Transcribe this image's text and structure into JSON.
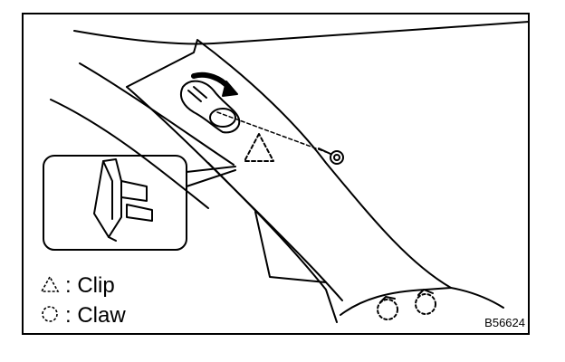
{
  "legend": {
    "clip_symbol": "triangle-dashed",
    "clip_label": ": Clip",
    "claw_symbol": "circle-dashed",
    "claw_label": ": Claw"
  },
  "figure_code": "B56624",
  "colors": {
    "line": "#000000",
    "background": "#ffffff"
  }
}
